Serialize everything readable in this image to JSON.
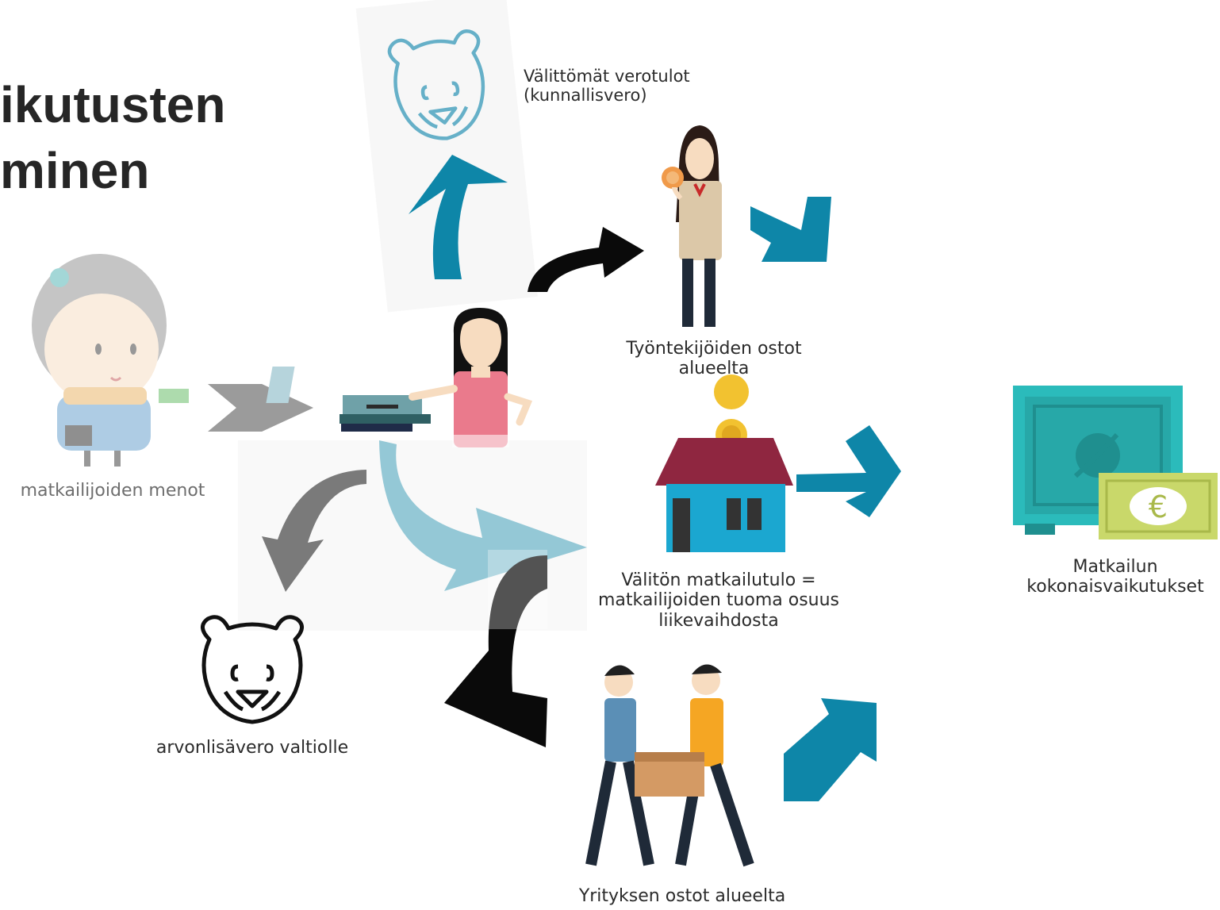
{
  "title": {
    "line1": "ikutusten",
    "line2": "minen"
  },
  "labels": {
    "tourist_spending": "matkailijoiden menot",
    "vat_to_state": "arvonlisävero valtiolle",
    "direct_tax": {
      "line1": "Välittömät verotulot",
      "line2": "(kunnallisvero)"
    },
    "employee_purchases": {
      "line1": "Työntekijöiden ostot",
      "line2": "alueelta"
    },
    "direct_income": {
      "line1": "Välitön matkailutulo =",
      "line2": "matkailijoiden tuoma osuus",
      "line3": "liikevaihdosta"
    },
    "company_purchases": "Yrityksen ostot alueelta",
    "total_effects": {
      "line1": "Matkailun",
      "line2": "kokonaisvaikutukset"
    }
  },
  "colors": {
    "teal_arrow": "#0e86a8",
    "light_teal_arrow": "#94c8d6",
    "grey_arrow": "#7a7a7a",
    "black_arrow": "#0a0a0a",
    "safe": "#2bbbbb",
    "euro_note": "#c9d86a",
    "house_roof": "#8f2640",
    "house_wall": "#1ba7d0",
    "coin": "#f2c230"
  },
  "icons": [
    "tourist-figure-icon",
    "cash-register-icon",
    "cashier-figure-icon",
    "bear-head-icon",
    "worker-figure-icon",
    "piggy-bank-house-icon",
    "business-partners-icon",
    "safe-with-money-icon"
  ]
}
